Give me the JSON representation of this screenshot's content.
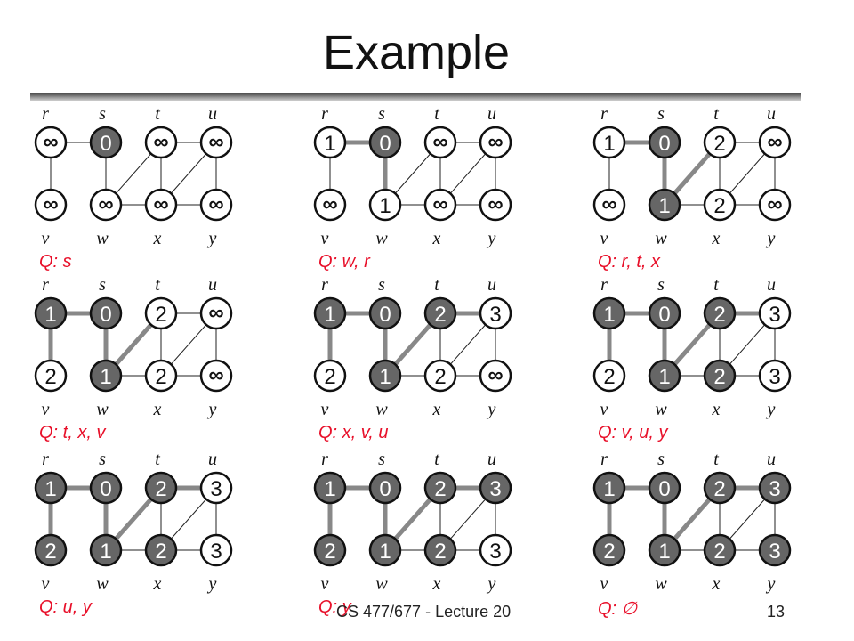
{
  "slide": {
    "title": "Example",
    "footer_course": "CS 477/677 - Lecture 20",
    "page_number": "13"
  },
  "graph": {
    "vertices": [
      "r",
      "s",
      "t",
      "u",
      "v",
      "w",
      "x",
      "y"
    ],
    "edges": [
      [
        "r",
        "s"
      ],
      [
        "r",
        "v"
      ],
      [
        "s",
        "w"
      ],
      [
        "w",
        "t"
      ],
      [
        "w",
        "x"
      ],
      [
        "t",
        "x"
      ],
      [
        "t",
        "u"
      ],
      [
        "x",
        "u"
      ],
      [
        "x",
        "y"
      ],
      [
        "u",
        "y"
      ]
    ],
    "infinity_symbol": "∞"
  },
  "colors": {
    "discovered_fill": "#666666",
    "undiscovered_fill": "#ffffff",
    "tree_edge": "#888888",
    "queue_text": "#e8102a"
  },
  "panels": [
    {
      "values": {
        "r": "∞",
        "s": "0",
        "t": "∞",
        "u": "∞",
        "v": "∞",
        "w": "∞",
        "x": "∞",
        "y": "∞"
      },
      "dark": [
        "s"
      ],
      "tree": [],
      "queue": "Q: s"
    },
    {
      "values": {
        "r": "1",
        "s": "0",
        "t": "∞",
        "u": "∞",
        "v": "∞",
        "w": "1",
        "x": "∞",
        "y": "∞"
      },
      "dark": [
        "s"
      ],
      "tree": [
        [
          "r",
          "s"
        ],
        [
          "s",
          "w"
        ]
      ],
      "queue": "Q: w, r"
    },
    {
      "values": {
        "r": "1",
        "s": "0",
        "t": "2",
        "u": "∞",
        "v": "∞",
        "w": "1",
        "x": "2",
        "y": "∞"
      },
      "dark": [
        "s",
        "w"
      ],
      "tree": [
        [
          "r",
          "s"
        ],
        [
          "s",
          "w"
        ],
        [
          "w",
          "t"
        ]
      ],
      "queue": "Q: r, t, x"
    },
    {
      "values": {
        "r": "1",
        "s": "0",
        "t": "2",
        "u": "∞",
        "v": "2",
        "w": "1",
        "x": "2",
        "y": "∞"
      },
      "dark": [
        "r",
        "s",
        "w"
      ],
      "tree": [
        [
          "r",
          "s"
        ],
        [
          "r",
          "v"
        ],
        [
          "s",
          "w"
        ],
        [
          "w",
          "t"
        ]
      ],
      "queue": "Q: t, x, v"
    },
    {
      "values": {
        "r": "1",
        "s": "0",
        "t": "2",
        "u": "3",
        "v": "2",
        "w": "1",
        "x": "2",
        "y": "∞"
      },
      "dark": [
        "r",
        "s",
        "t",
        "w"
      ],
      "tree": [
        [
          "r",
          "s"
        ],
        [
          "r",
          "v"
        ],
        [
          "s",
          "w"
        ],
        [
          "w",
          "t"
        ],
        [
          "t",
          "u"
        ]
      ],
      "queue": "Q: x, v, u"
    },
    {
      "values": {
        "r": "1",
        "s": "0",
        "t": "2",
        "u": "3",
        "v": "2",
        "w": "1",
        "x": "2",
        "y": "3"
      },
      "dark": [
        "r",
        "s",
        "t",
        "w",
        "x"
      ],
      "tree": [
        [
          "r",
          "s"
        ],
        [
          "r",
          "v"
        ],
        [
          "s",
          "w"
        ],
        [
          "w",
          "t"
        ],
        [
          "t",
          "u"
        ]
      ],
      "queue": "Q: v, u, y"
    },
    {
      "values": {
        "r": "1",
        "s": "0",
        "t": "2",
        "u": "3",
        "v": "2",
        "w": "1",
        "x": "2",
        "y": "3"
      },
      "dark": [
        "r",
        "s",
        "t",
        "v",
        "w",
        "x"
      ],
      "tree": [
        [
          "r",
          "s"
        ],
        [
          "r",
          "v"
        ],
        [
          "s",
          "w"
        ],
        [
          "w",
          "t"
        ],
        [
          "t",
          "u"
        ]
      ],
      "queue": "Q: u, y"
    },
    {
      "values": {
        "r": "1",
        "s": "0",
        "t": "2",
        "u": "3",
        "v": "2",
        "w": "1",
        "x": "2",
        "y": "3"
      },
      "dark": [
        "r",
        "s",
        "t",
        "u",
        "v",
        "w",
        "x"
      ],
      "tree": [
        [
          "r",
          "s"
        ],
        [
          "r",
          "v"
        ],
        [
          "s",
          "w"
        ],
        [
          "w",
          "t"
        ],
        [
          "t",
          "u"
        ]
      ],
      "queue": "Q: y"
    },
    {
      "values": {
        "r": "1",
        "s": "0",
        "t": "2",
        "u": "3",
        "v": "2",
        "w": "1",
        "x": "2",
        "y": "3"
      },
      "dark": [
        "r",
        "s",
        "t",
        "u",
        "v",
        "w",
        "x",
        "y"
      ],
      "tree": [
        [
          "r",
          "s"
        ],
        [
          "r",
          "v"
        ],
        [
          "s",
          "w"
        ],
        [
          "w",
          "t"
        ],
        [
          "t",
          "u"
        ]
      ],
      "queue": "Q: ∅"
    }
  ]
}
